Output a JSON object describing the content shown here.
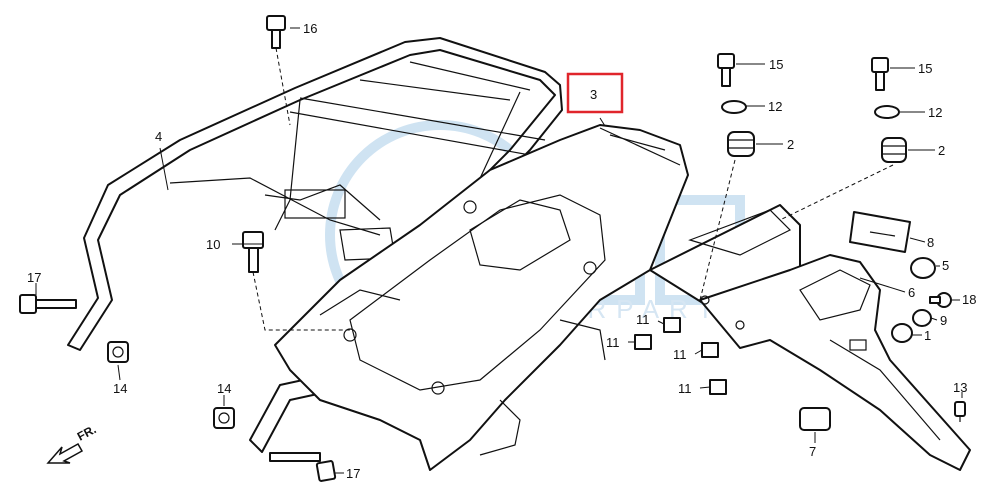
{
  "diagram": {
    "highlighted_part": "3",
    "watermark_text": "MOTORPARTS",
    "direction_label": "FR.",
    "accent_color": "#e0252b",
    "callouts": {
      "p1": "1",
      "p2a": "2",
      "p2b": "2",
      "p3": "3",
      "p4": "4",
      "p5": "5",
      "p6": "6",
      "p7": "7",
      "p8": "8",
      "p9": "9",
      "p10": "10",
      "p11a": "11",
      "p11b": "11",
      "p11c": "11",
      "p11d": "11",
      "p12a": "12",
      "p12b": "12",
      "p13": "13",
      "p14a": "14",
      "p14b": "14",
      "p15a": "15",
      "p15b": "15",
      "p16": "16",
      "p17a": "17",
      "p17b": "17",
      "p18": "18"
    }
  }
}
